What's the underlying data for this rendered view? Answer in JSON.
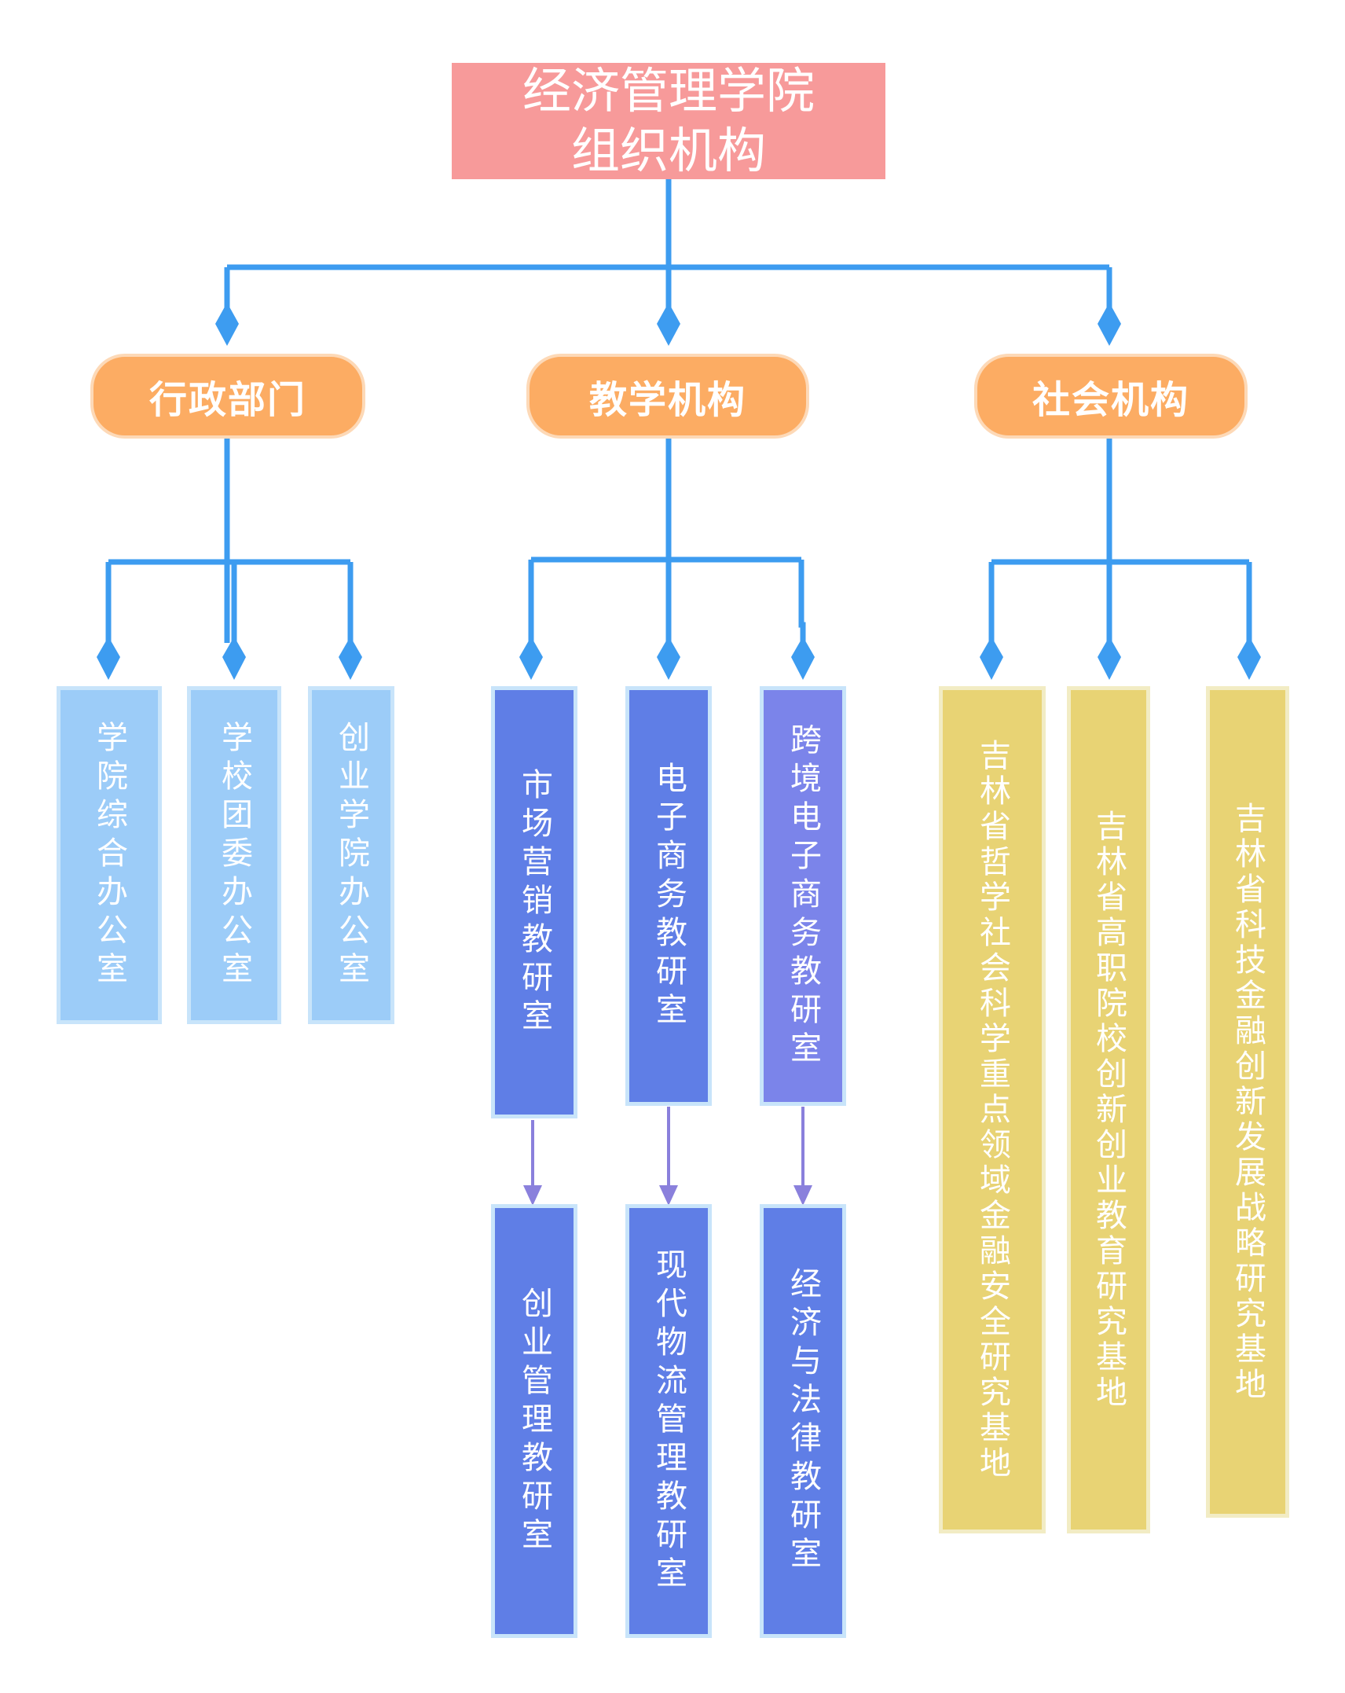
{
  "root": {
    "title_line1": "经济管理学院",
    "title_line2": "组织机构"
  },
  "categories": [
    {
      "label": "行政部门"
    },
    {
      "label": "教学机构"
    },
    {
      "label": "社会机构"
    }
  ],
  "admin_units": [
    {
      "label": "学院综合办公室"
    },
    {
      "label": "学校团委办公室"
    },
    {
      "label": "创业学院办公室"
    }
  ],
  "teaching_units": [
    {
      "label": "市场营销教研室"
    },
    {
      "label": "电子商务教研室"
    },
    {
      "label": "跨境电子商务教研室"
    }
  ],
  "teaching_sub_units": [
    {
      "label": "创业管理教研室"
    },
    {
      "label": "现代物流管理教研室"
    },
    {
      "label": "经济与法律教研室"
    }
  ],
  "social_units": [
    {
      "label": "吉林省哲学社会科学重点领域金融安全研究基地"
    },
    {
      "label": "吉林省高职院校创新创业教育研究基地"
    },
    {
      "label": "吉林省科技金融创新发展战略研究基地"
    }
  ],
  "colors": {
    "connector": "#3d9cf0",
    "arrow": "#8a80dc",
    "root": "#f79a9a",
    "category": "#fcac63",
    "admin": "#9cccf8",
    "teaching": "#5f7ee6",
    "teaching_alt": "#7b84ea",
    "social": "#e8d374"
  }
}
